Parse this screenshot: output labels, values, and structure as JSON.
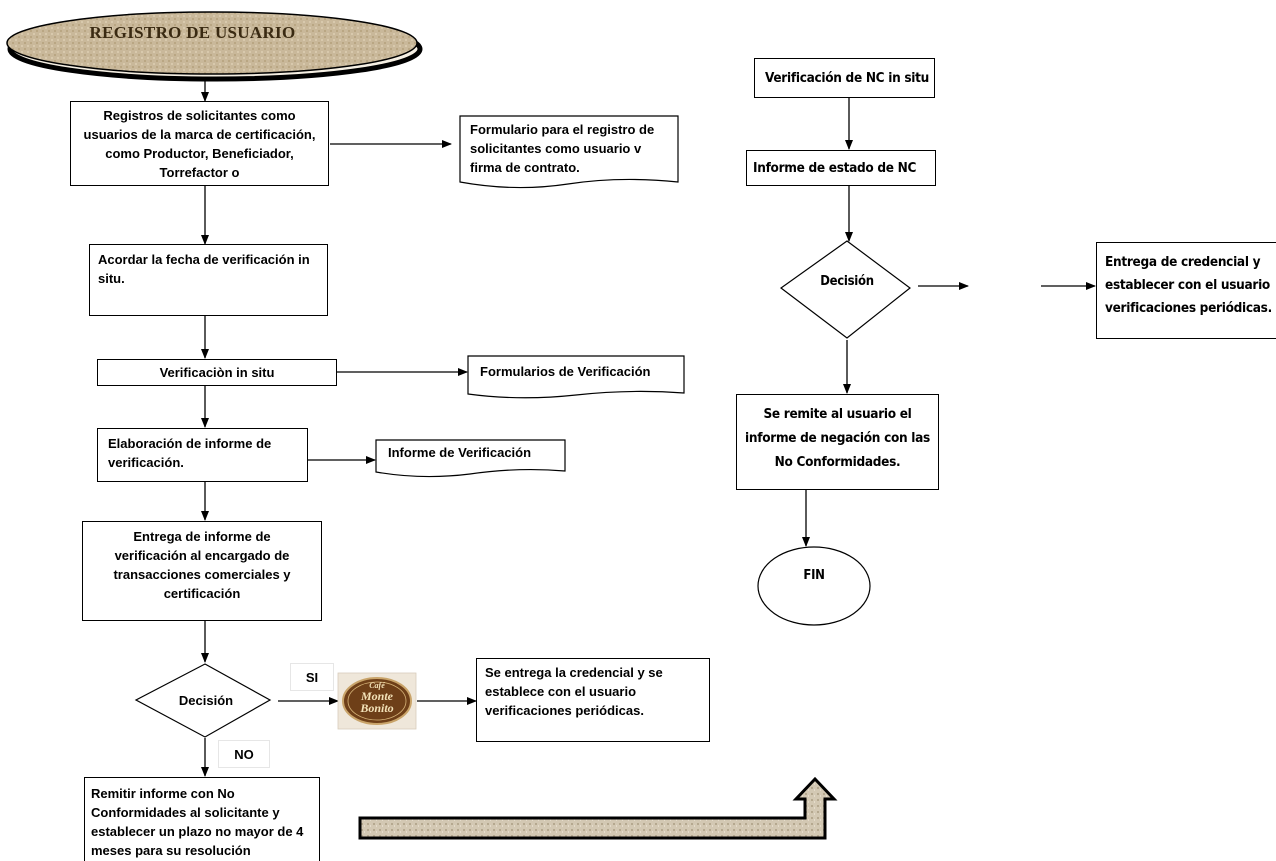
{
  "title": "REGISTRO DE USUARIO",
  "left_flow": {
    "registro": "Registros de solicitantes como usuarios de la marca de certificación, como Productor, Beneficiador, Torrefactor o",
    "formulario_registro": "Formulario para el registro de solicitantes como usuario v firma de contrato.",
    "acordar": "Acordar la fecha de  verificación in situ.",
    "verificacion": "Verificaciòn in situ",
    "formularios_verificacion": "Formularios de Verificación",
    "elaboracion": "Elaboración de informe de verificación.",
    "informe_verificacion": "Informe de Verificación",
    "entrega_informe": "Entrega de informe de verificación al encargado de transacciones comerciales y certificación",
    "decision": "Decisión",
    "si": "SI",
    "no": "NO",
    "credencial": "Se entrega la credencial y se establece con el usuario verificaciones periódicas.",
    "remitir": "Remitir informe con No Conformidades al  solicitante y establecer un plazo no mayor de 4 meses para su resolución"
  },
  "right_flow": {
    "verificacion_nc": "Verificación de NC in situ",
    "informe_nc": "Informe de estado de NC",
    "decision": "Decisión",
    "entrega_credencial": "Entrega de credencial y establecer con el usuario verificaciones periódicas.",
    "negacion": "Se remite al usuario el informe de negación con las No Conformidades.",
    "fin": "FIN"
  },
  "logo": {
    "line1": "Café",
    "line2": "Monte",
    "line3": "Bonito",
    "colors": {
      "badge": "#7a4a1f",
      "ring": "#c9a46a"
    }
  },
  "colors": {
    "title_fill": "#c8b79a",
    "title_text": "#3a2a12",
    "arrow_fill": "#cfc3ad"
  }
}
